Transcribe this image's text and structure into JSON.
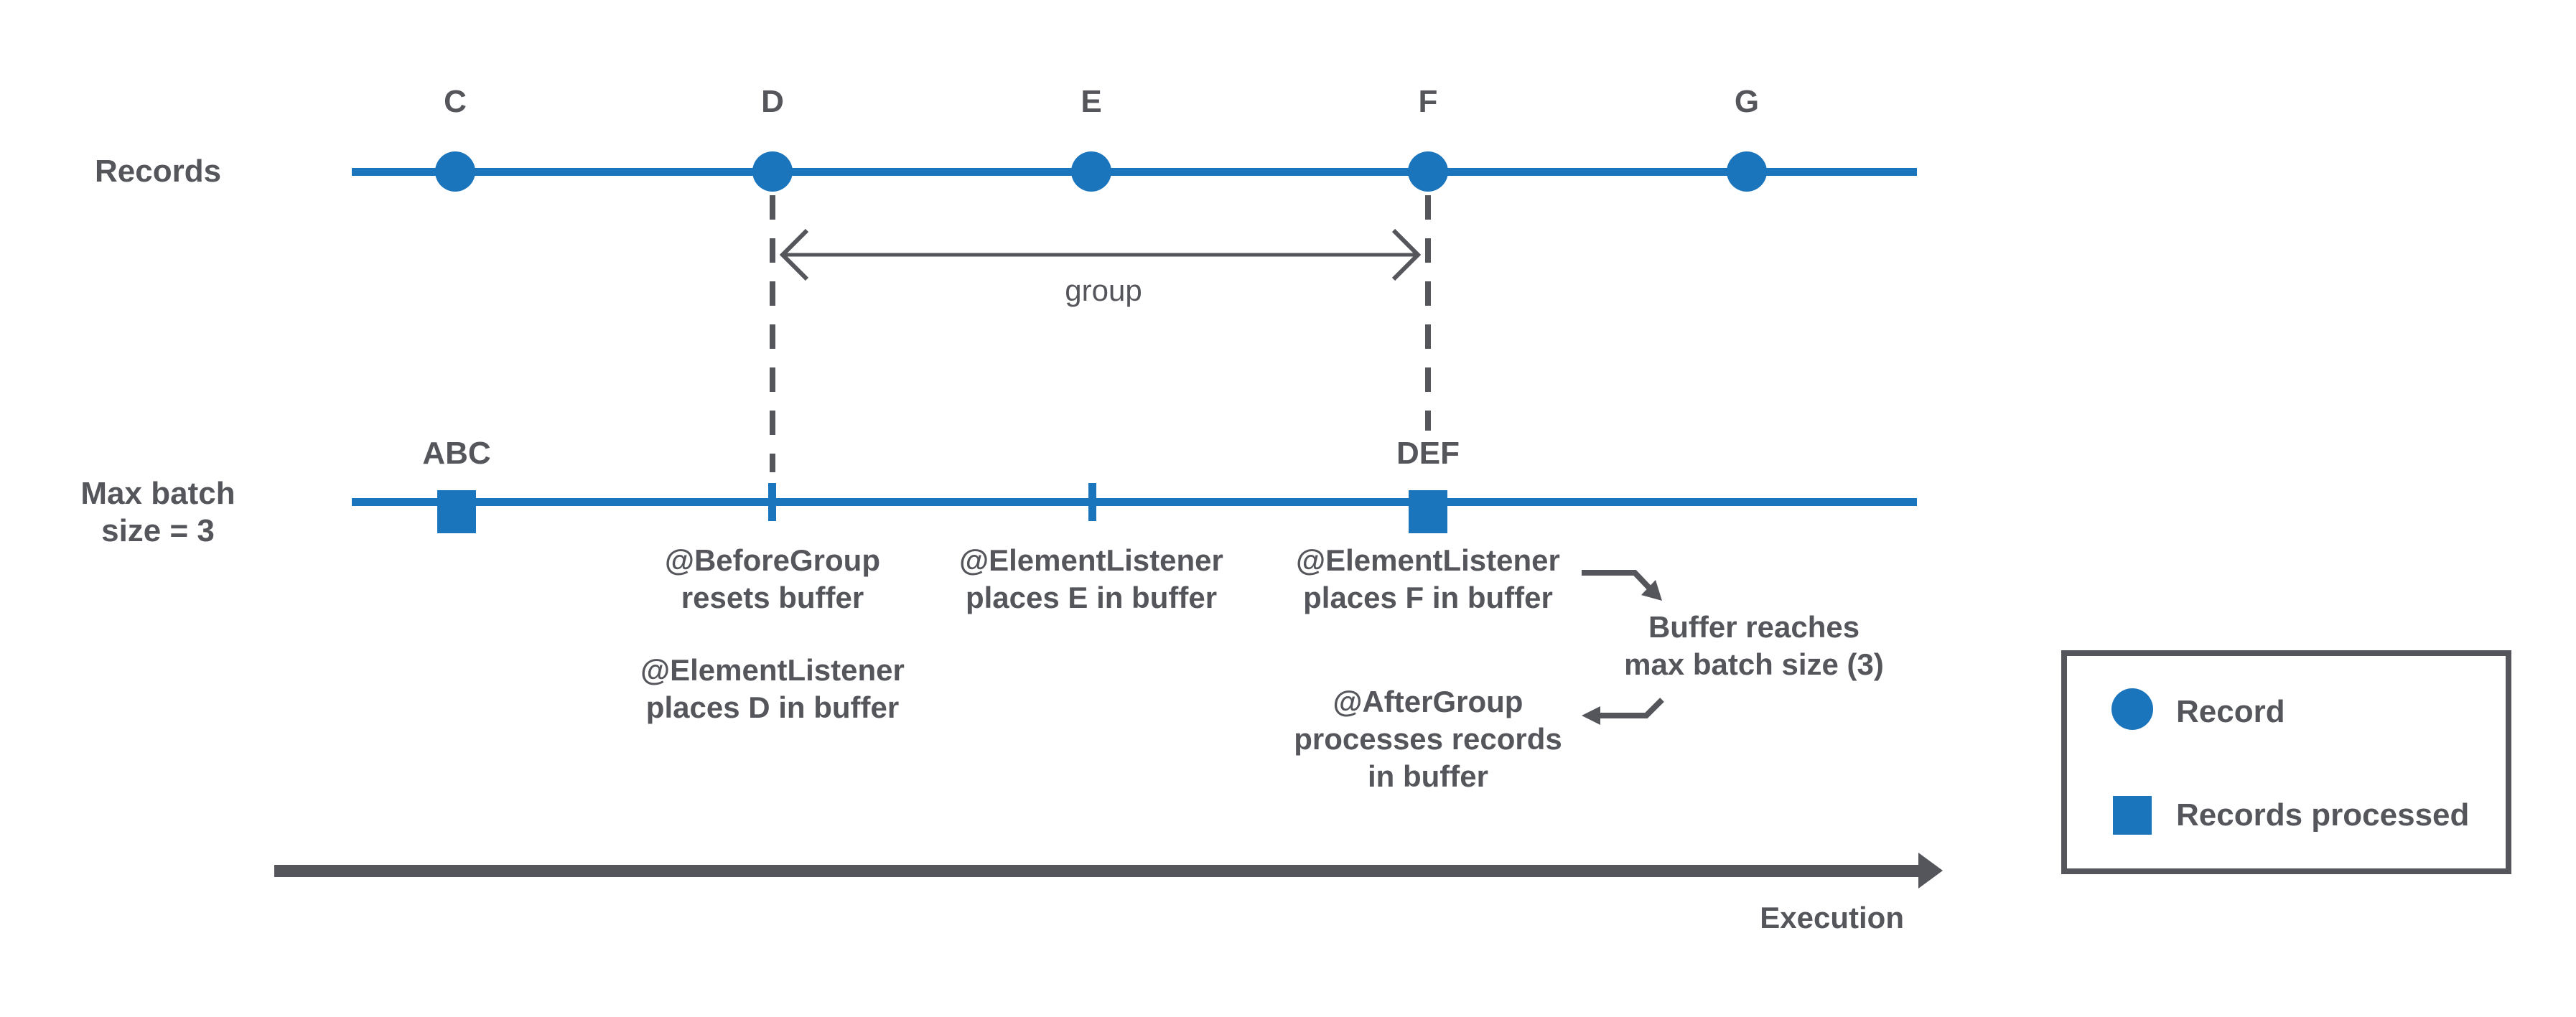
{
  "colors": {
    "record_blue": "#1B75BC",
    "diagram_gray": "#54565B"
  },
  "records_track": {
    "label": "Records",
    "points": [
      {
        "label": "C"
      },
      {
        "label": "D"
      },
      {
        "label": "E"
      },
      {
        "label": "F"
      },
      {
        "label": "G"
      }
    ]
  },
  "batch_track": {
    "label_lines": [
      "Max batch",
      "size = 3"
    ],
    "squares": [
      {
        "label": "ABC"
      },
      {
        "label": "DEF"
      }
    ]
  },
  "group_label": "group",
  "annotations": {
    "before_group": [
      "@BeforeGroup",
      "resets buffer"
    ],
    "element_d": [
      "@ElementListener",
      "places D in buffer"
    ],
    "element_e": [
      "@ElementListener",
      "places E in buffer"
    ],
    "element_f": [
      "@ElementListener",
      "places F in buffer"
    ],
    "buffer_reaches": [
      "Buffer reaches",
      "max batch size (3)"
    ],
    "after_group": [
      "@AfterGroup",
      "processes records",
      "in buffer"
    ]
  },
  "execution_label": "Execution",
  "legend": {
    "items": [
      {
        "shape": "circle",
        "label": "Record"
      },
      {
        "shape": "square",
        "label": "Records processed"
      }
    ]
  }
}
